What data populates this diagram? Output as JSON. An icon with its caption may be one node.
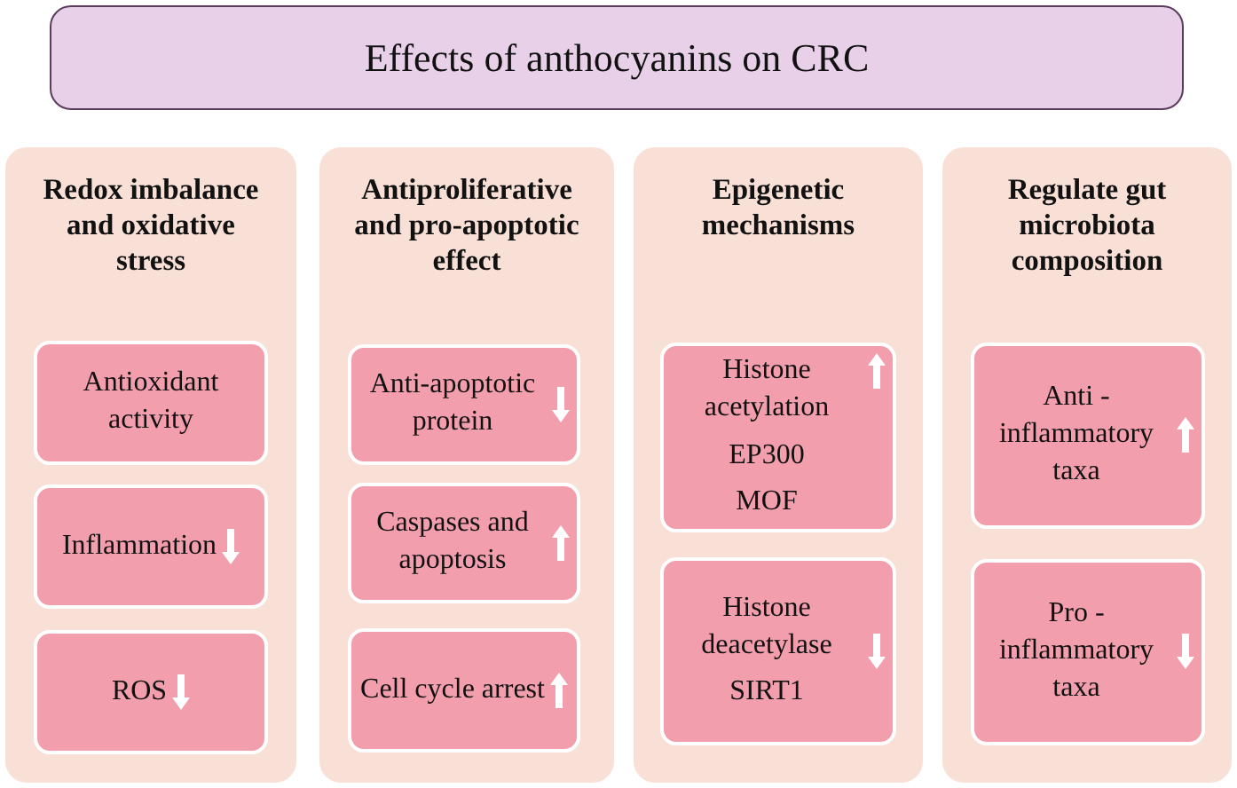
{
  "diagram": {
    "nodes": [
      {
        "text": [
          "Effects of anthocyanins on CRC"
        ]
      },
      {
        "text": [
          "Redox imbalance and oxidative stress"
        ]
      },
      {
        "text": [
          "Antioxidant activity"
        ],
        "in": 1
      },
      {
        "text": [
          "Inflammation"
        ],
        "in": 1
      },
      {
        "text": [
          "ROS"
        ],
        "in": 1
      },
      {
        "text": [
          "Antiproliferative and pro-apoptotic effect"
        ]
      },
      {
        "text": [
          "Anti-apoptotic protein"
        ],
        "in": 5
      },
      {
        "text": [
          "Caspases and apoptosis"
        ],
        "in": 5
      },
      {
        "text": [
          "Cell cycle arrest"
        ],
        "in": 5
      },
      {
        "text": [
          "Epigenetic mechanisms"
        ]
      },
      {
        "text": [
          "Histone acetylation",
          "EP300",
          "MOF"
        ],
        "in": 9
      },
      {
        "text": [
          "Histone deacetylase",
          "SIRT1"
        ],
        "in": 9
      },
      {
        "text": [
          "Regulate gut microbiota composition"
        ]
      },
      {
        "text": [
          "Anti - inflammatory taxa"
        ],
        "in": 12
      },
      {
        "text": [
          "Pro - inflammatory taxa"
        ],
        "in": 12
      }
    ]
  }
}
